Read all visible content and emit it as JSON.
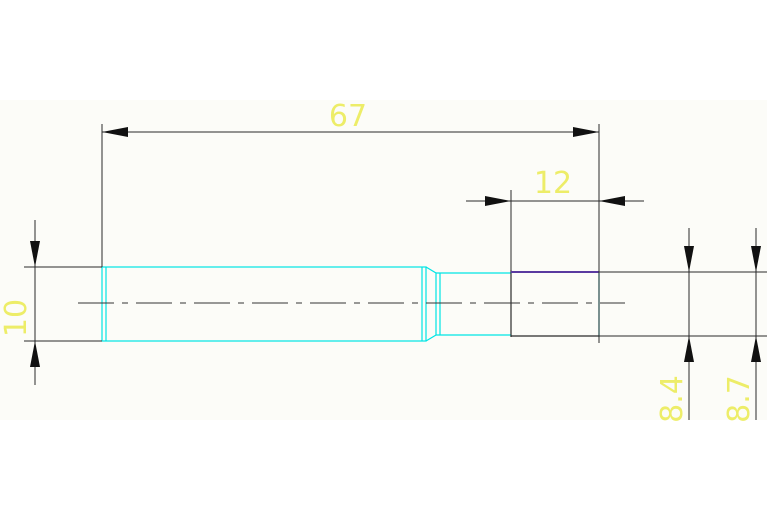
{
  "colors": {
    "canvas": "#fcfcf8",
    "outline": "#00e5e5",
    "line": "#2a2a2a",
    "centerline": "#333333",
    "accent": "#5a3aa0",
    "text": "#eded68"
  },
  "dimensions": {
    "overall_length": "67",
    "sleeve_length": "12",
    "left_diameter": "10",
    "diameter_a": "8.4",
    "diameter_b": "8.7"
  }
}
